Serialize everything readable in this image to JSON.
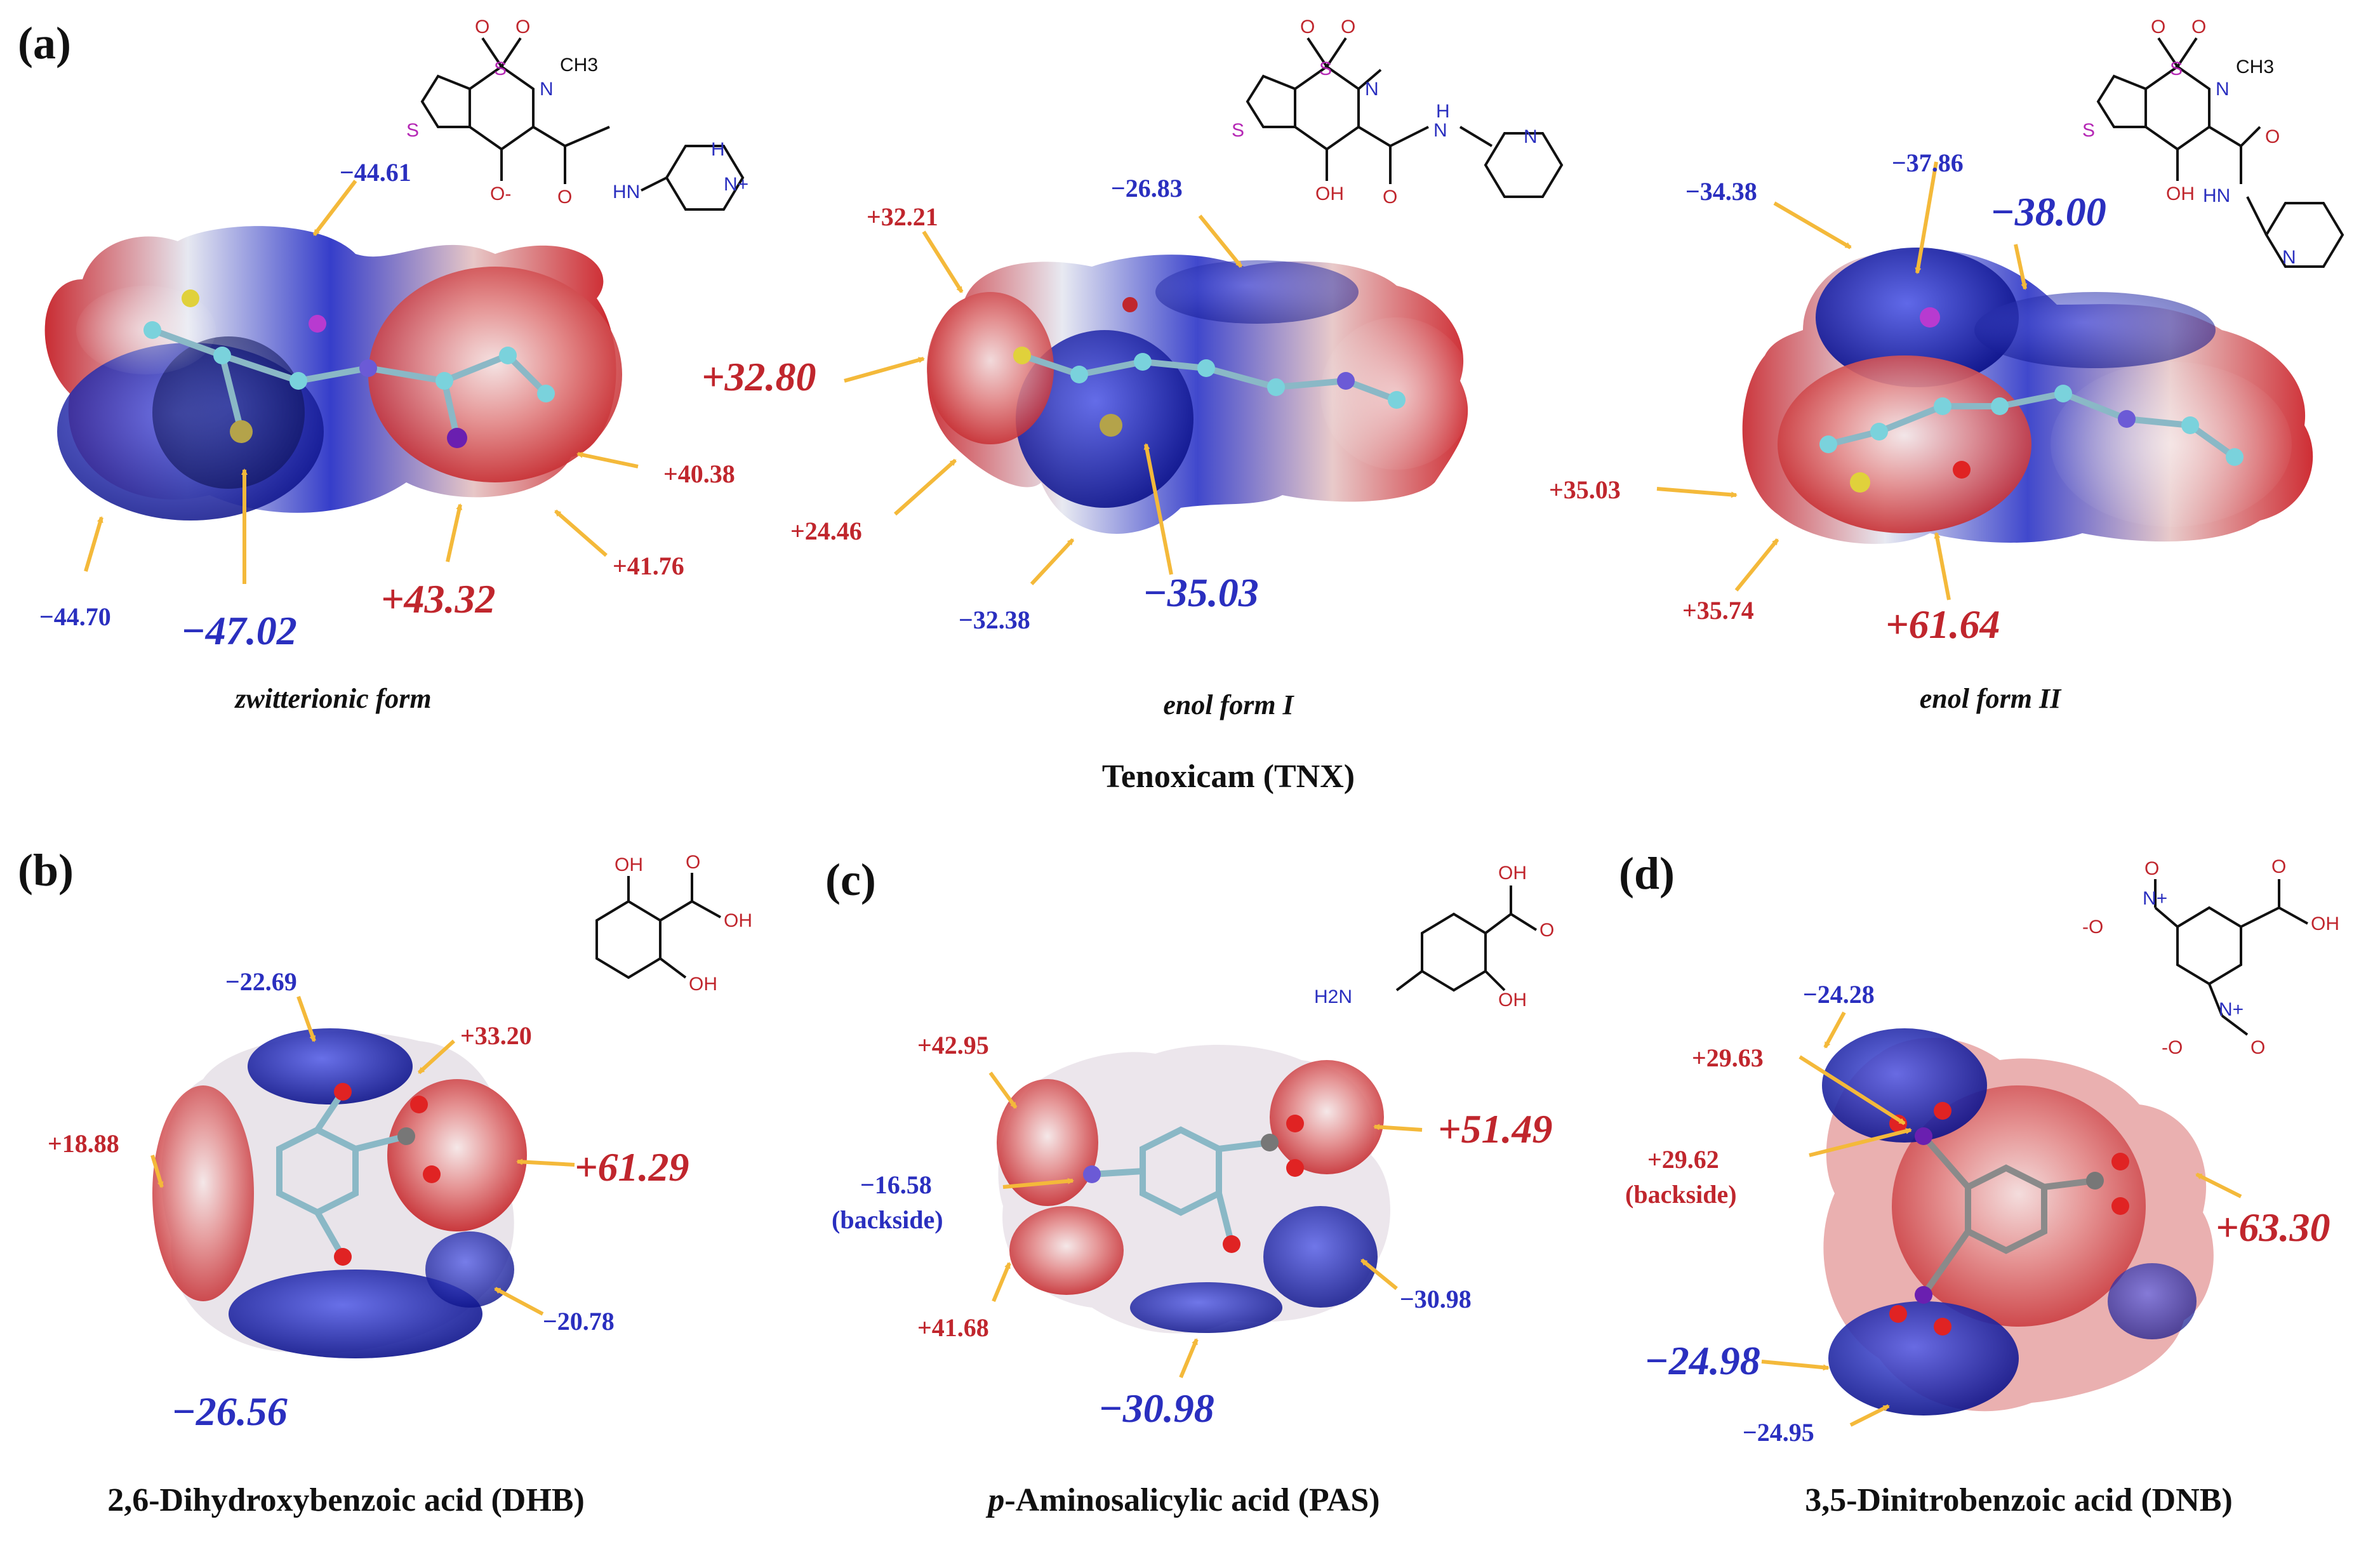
{
  "panels": {
    "a": {
      "letter": "(a)",
      "caption": "Tenoxicam (TNX)",
      "forms": [
        {
          "title": "zwitterionic form",
          "struct": {
            "ch3": "CH3",
            "o_minus": "O-",
            "hn": "HN",
            "h": "H",
            "n_plus": "N+",
            "s_ring": "S",
            "s_sulfonyl": "S",
            "n": "N",
            "o1": "O",
            "o2": "O",
            "o_amide": "O"
          },
          "labels": {
            "neg1": "−44.61",
            "neg2": "−44.70",
            "neg3": "−47.02",
            "pos1": "+43.32",
            "pos2": "+40.38",
            "pos3": "+41.76"
          }
        },
        {
          "title": "enol form I",
          "struct": {
            "s_ring": "S",
            "s_sulfonyl": "S",
            "n": "N",
            "oh": "OH",
            "nh_h": "H",
            "nh_n": "N",
            "n_pyr": "N",
            "o1": "O",
            "o2": "O",
            "o_amide": "O"
          },
          "labels": {
            "pos1": "+32.21",
            "pos2": "+32.80",
            "pos3": "+24.46",
            "neg1": "−26.83",
            "neg2": "−32.38",
            "neg3": "−35.03"
          }
        },
        {
          "title": "enol form II",
          "struct": {
            "ch3": "CH3",
            "s_ring": "S",
            "s_sulfonyl": "S",
            "n": "N",
            "oh": "OH",
            "hn": "HN",
            "n_pyr": "N",
            "o1": "O",
            "o2": "O",
            "o_amide": "O"
          },
          "labels": {
            "neg1": "−34.38",
            "neg2": "−37.86",
            "neg3": "−38.00",
            "pos1": "+35.03",
            "pos2": "+35.74",
            "pos3": "+61.64"
          }
        }
      ]
    },
    "b": {
      "letter": "(b)",
      "caption": "2,6-Dihydroxybenzoic acid (DHB)",
      "struct": {
        "oh_top": "OH",
        "cooh_o": "O",
        "cooh_oh": "OH",
        "oh_bottom": "OH"
      },
      "labels": {
        "neg1": "−22.69",
        "pos1": "+33.20",
        "pos2": "+18.88",
        "pos3": "+61.29",
        "neg2": "−20.78",
        "neg3": "−26.56"
      }
    },
    "c": {
      "letter": "(c)",
      "caption_prefix": "p",
      "caption": "-Aminosalicylic acid (PAS)",
      "struct": {
        "cooh_oh": "OH",
        "cooh_o": "O",
        "nh2": "H2N",
        "oh": "OH"
      },
      "labels": {
        "pos1": "+42.95",
        "pos2": "+51.49",
        "neg1": "−16.58",
        "neg1_note": "(backside)",
        "pos3": "+41.68",
        "neg2": "−30.98",
        "neg3": "−30.98"
      }
    },
    "d": {
      "letter": "(d)",
      "caption": "3,5-Dinitrobenzoic acid (DNB)",
      "struct": {
        "o_top": "O",
        "n_top": "N+",
        "o_minus_top": "-O",
        "cooh_o": "O",
        "cooh_oh": "OH",
        "n_bot": "N+",
        "o_bot": "O",
        "o_minus_bot": "-O"
      },
      "labels": {
        "neg1": "−24.28",
        "pos1": "+29.63",
        "pos2": "+29.62",
        "pos2_note": "(backside)",
        "pos3": "+63.30",
        "neg2": "−24.98",
        "neg3": "−24.95"
      }
    }
  },
  "colors": {
    "positive": "#c0262d",
    "negative": "#2a2fbf",
    "arrow": "#f4b93a",
    "text": "#111111"
  }
}
